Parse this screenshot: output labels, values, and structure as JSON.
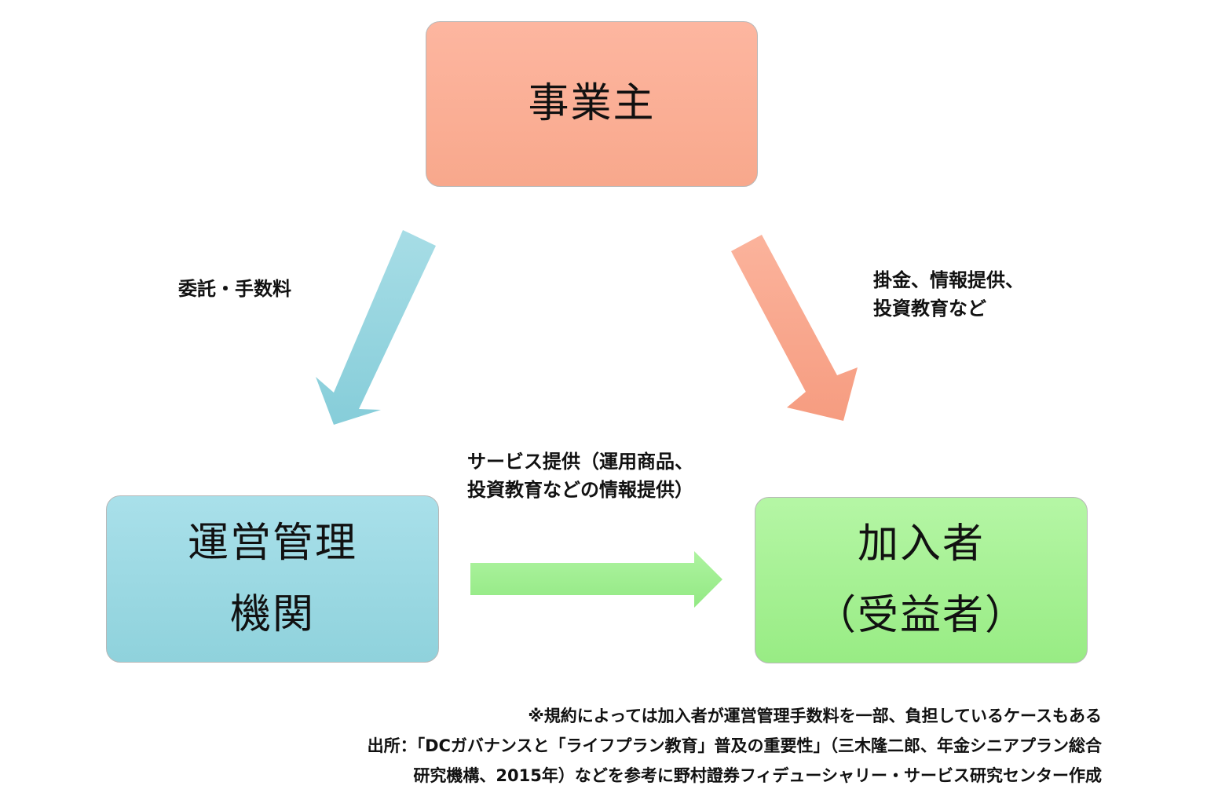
{
  "boxes": {
    "employer": {
      "lines": [
        "事業主"
      ]
    },
    "admin": {
      "lines": [
        "運営管理",
        "機関"
      ]
    },
    "member": {
      "lines": [
        "加入者",
        "（受益者）"
      ]
    }
  },
  "labels": {
    "entrust": [
      "委託・手数料"
    ],
    "contribution": [
      "掛金、情報提供、",
      "投資教育など"
    ],
    "service": [
      "サービス提供（運用商品、",
      "投資教育などの情報提供）"
    ]
  },
  "notes": [
    "※規約によっては加入者が運営管理手数料を一部、負担しているケースもある",
    "出所：「DCガバナンスと「ライフプラン教育」普及の重要性」（三木隆二郎、年金シニアプラン総合",
    "研究機構、2015年）などを参考に野村證券フィデューシャリー・サービス研究センター作成"
  ],
  "colors": {
    "employer": "#f8a88c",
    "admin": "#8fd2dc",
    "member": "#98ec84",
    "arrow_blue": "#93d3de",
    "arrow_salmon": "#f8a68c",
    "arrow_green": "#9fee8f"
  }
}
